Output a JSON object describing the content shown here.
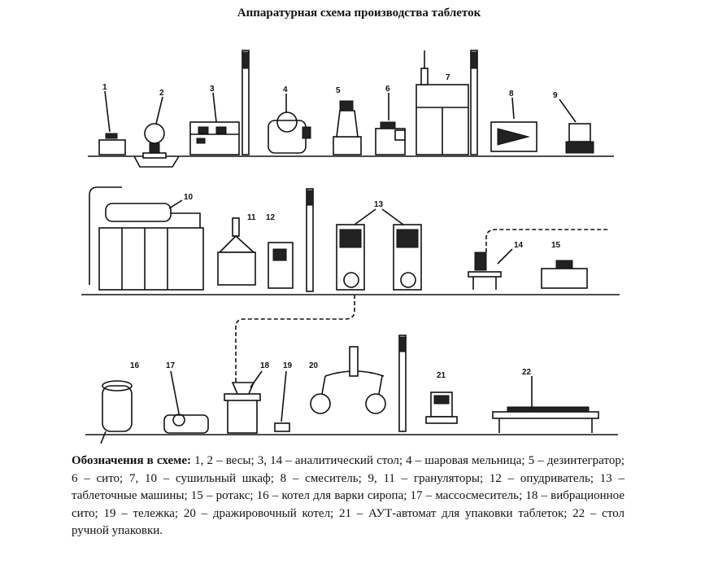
{
  "title": "Аппаратурная схема производства таблеток",
  "equipment_numbers": [
    "1",
    "2",
    "3",
    "4",
    "5",
    "6",
    "7",
    "8",
    "9",
    "10",
    "11",
    "12",
    "13",
    "14",
    "15",
    "16",
    "17",
    "18",
    "19",
    "20",
    "21",
    "22"
  ],
  "legend": {
    "lead": "Обозначения в схеме:",
    "text": " 1, 2 – весы; 3, 14 – аналитический стол; 4 – шаровая мельница; 5 – дезинтегратор; 6 – сито; 7, 10 – сушильный шкаф; 8 – смеситель; 9, 11 – грануляторы; 12 – опудриватель; 13 – таблеточные машины; 15 – ротакс; 16 – котел для варки сиропа; 17 – массосмеситель; 18 – вибрационное сито; 19 – тележка; 20 – дражировочный котел; 21 – АУТ-автомат для упаковки таблеток; 22 – стол ручной упаковки."
  }
}
